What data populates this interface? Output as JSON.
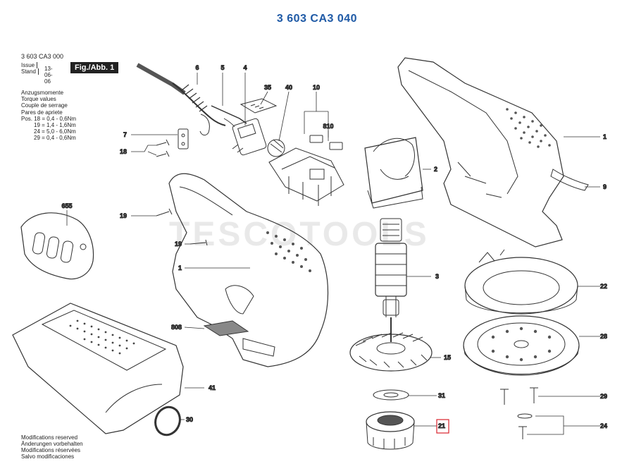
{
  "header": {
    "title": "3 603 CA3 040"
  },
  "doc": {
    "id": "3 603 CA3 000",
    "issue_label_1": "Issue",
    "issue_label_2": "Stand",
    "issue_date": "13-06-06",
    "fig_label": "Fig./Abb. 1"
  },
  "torque": {
    "headings": [
      "Anzugsmomente",
      "Torque values",
      "Couple de serrage",
      "Pares de apriete"
    ],
    "rows": [
      "Pos. 18 = 0,4 - 0,6Nm",
      "19 = 1,4 - 1,6Nm",
      "24 = 5,0 - 6,0Nm",
      "29 = 0,4 - 0,6Nm"
    ]
  },
  "modifications": [
    "Modifications reserved",
    "Änderungen vorbehalten",
    "Modifications réservées",
    "Salvo modificaciones"
  ],
  "watermark": "TESCOTOOLS",
  "callouts": {
    "c6": "6",
    "c5": "5",
    "c4": "4",
    "c35": "35",
    "c40": "40",
    "c10": "10",
    "c810": "810",
    "c7": "7",
    "c18": "18",
    "c655": "655",
    "c19a": "19",
    "c19b": "19",
    "c1a": "1",
    "c808": "808",
    "c41": "41",
    "c30": "30",
    "c2": "2",
    "c1b": "1",
    "c9": "9",
    "c3": "3",
    "c22": "22",
    "c28": "28",
    "c15": "15",
    "c31": "31",
    "c21": "21",
    "c29": "29",
    "c24": "24"
  },
  "colors": {
    "title": "#1f5aa6",
    "highlight_box": "#d9232d"
  }
}
